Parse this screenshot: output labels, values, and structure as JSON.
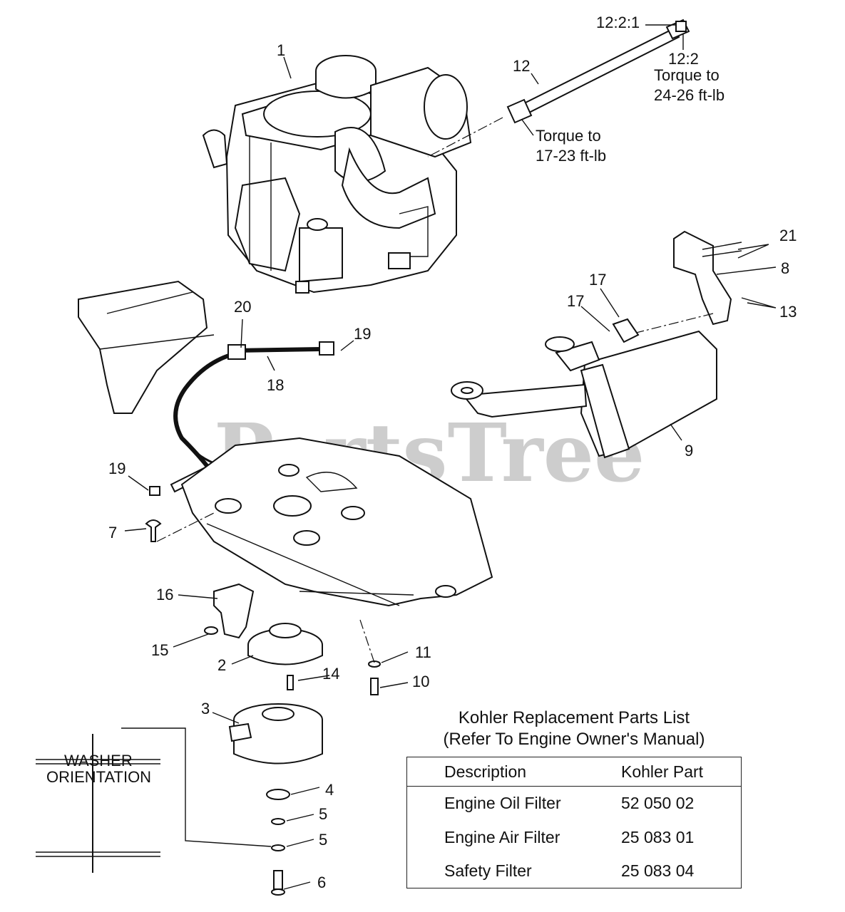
{
  "watermark": "PartsTree",
  "callouts": {
    "c1": "1",
    "c2": "2",
    "c3": "3",
    "c4": "4",
    "c5a": "5",
    "c5b": "5",
    "c6": "6",
    "c7": "7",
    "c8": "8",
    "c9": "9",
    "c10": "10",
    "c11": "11",
    "c12": "12",
    "c12_2_1": "12:2:1",
    "c12_2": "12:2",
    "c13": "13",
    "c14": "14",
    "c15": "15",
    "c16": "16",
    "c17a": "17",
    "c17b": "17",
    "c18": "18",
    "c19a": "19",
    "c19b": "19",
    "c20": "20",
    "c21": "21"
  },
  "notes": {
    "torque_top_1": "Torque to",
    "torque_top_2": "24-26 ft-lb",
    "torque_mid_1": "Torque to",
    "torque_mid_2": "17-23 ft-lb"
  },
  "washer": {
    "line1": "WASHER",
    "line2": "ORIENTATION"
  },
  "kohler": {
    "title_line1": "Kohler Replacement Parts List",
    "title_line2": "(Refer To Engine Owner's Manual)",
    "headers": [
      "Description",
      "Kohler Part"
    ],
    "rows": [
      [
        "Engine Oil Filter",
        "52 050 02"
      ],
      [
        "Engine Air Filter",
        "25 083 01"
      ],
      [
        "Safety Filter",
        "25 083 04"
      ]
    ]
  }
}
